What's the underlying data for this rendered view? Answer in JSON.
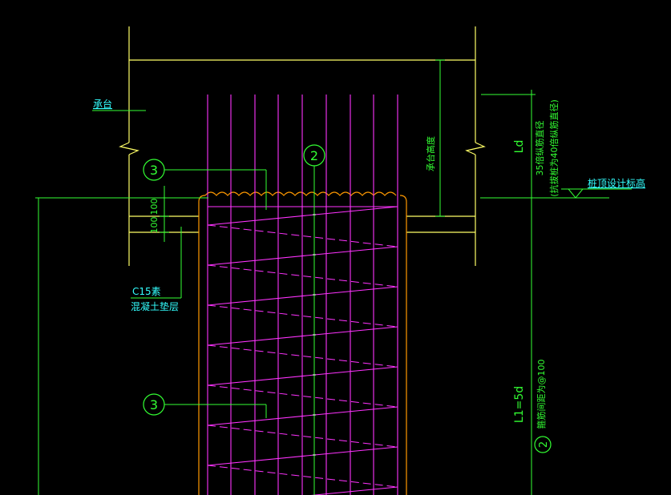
{
  "colors": {
    "background": "#000000",
    "yellow": "#ffff66",
    "green": "#33ff33",
    "cyan": "#33ffff",
    "magenta": "#ff33ff",
    "orange": "#ff9900"
  },
  "labels": {
    "cap": "承台",
    "cap_height": "承台高度",
    "anchor_line1": "35倍纵筋直径",
    "anchor_line2": "(抗拔桩为40倍纵筋直径)",
    "ld": "Ld",
    "pile_top_elev": "桩顶设计标高",
    "dim_100_top": "100",
    "dim_100_bottom": "100",
    "c15_line1": "C15素",
    "c15_line2": "混凝土垫层",
    "l1": "L1=5d",
    "stirrup_spacing": "箍筋间距为@100",
    "marker_2": "2",
    "marker_3a": "3",
    "marker_3b": "3"
  },
  "icons": {
    "elevation_marker": "triangle-elevation-icon",
    "break_line": "zigzag-break-icon"
  }
}
